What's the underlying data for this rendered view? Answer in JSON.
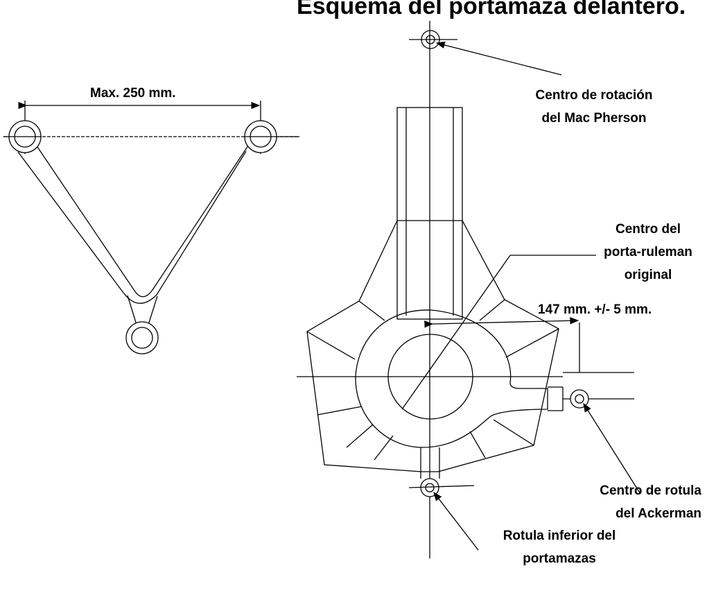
{
  "title": "Esquema del portamaza delantero.",
  "labels": {
    "max_width": "Max. 250 mm.",
    "mac_pherson_1": "Centro de rotación",
    "mac_pherson_2": "del Mac Pherson",
    "ruleman_1": "Centro del",
    "ruleman_2": "porta-ruleman",
    "ruleman_3": "original",
    "offset": "147 mm. +/- 5 mm.",
    "ackerman_1": "Centro de rotula",
    "ackerman_2": "del Ackerman",
    "rotula_1": "Rotula inferior del",
    "rotula_2": "portamazas"
  }
}
